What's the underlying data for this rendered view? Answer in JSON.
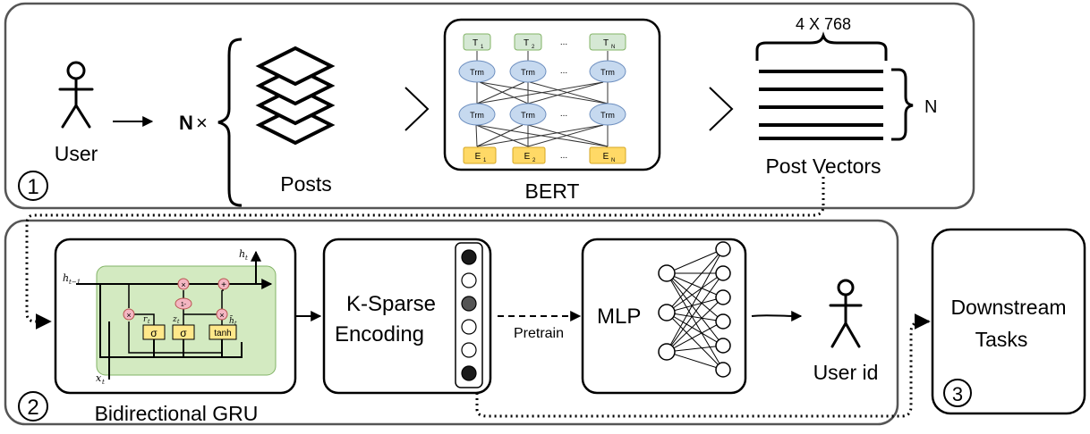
{
  "stage1": {
    "number": "1",
    "user_label": "User",
    "n_prefix": "N",
    "times": "×",
    "posts_label": "Posts",
    "bert_label": "BERT",
    "bert": {
      "top_tokens": [
        "T",
        "T",
        "T"
      ],
      "top_subs": [
        "1",
        "2",
        "N"
      ],
      "trm_label": "Trm",
      "bottom_tokens": [
        "E",
        "E",
        "E"
      ],
      "bottom_subs": [
        "1",
        "2",
        "N"
      ],
      "ellipsis": "..."
    },
    "post_vectors_label": "Post Vectors",
    "dim_label": "4 X 768",
    "n_label": "N"
  },
  "stage2": {
    "number": "2",
    "gru_label": "Bidirectional GRU",
    "gru": {
      "h_t": "h",
      "h_t_sub": "t",
      "h_prev": "h",
      "h_prev_sub": "t−1",
      "x_t": "x",
      "x_t_sub": "t",
      "r_t": "r",
      "r_t_sub": "t",
      "z_t": "z",
      "z_t_sub": "t",
      "h_tilde": "h̃",
      "h_tilde_sub": "t",
      "sigma": "σ",
      "tanh": "tanh",
      "one_minus": "1-",
      "times": "×",
      "plus": "+"
    },
    "ksparse_line1": "K-Sparse",
    "ksparse_line2": "Encoding",
    "pretrain_label": "Pretrain",
    "mlp_label": "MLP",
    "user_id_label": "User id"
  },
  "stage3": {
    "number": "3",
    "line1": "Downstream",
    "line2": "Tasks"
  }
}
